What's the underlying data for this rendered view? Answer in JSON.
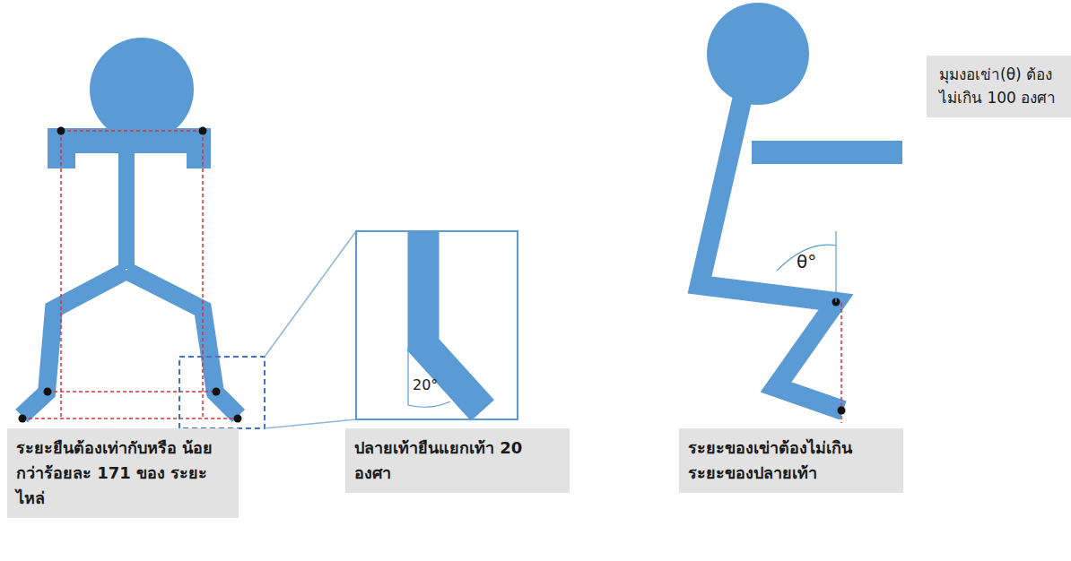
{
  "diagram": {
    "nodes": [
      {
        "text": [
          "มุมงอเข่า(θ) ต้องไม่เกิน 100 องศา"
        ]
      },
      {
        "text": [
          "ระยะยืนต้องเท่ากับหรือ น้อยกว่าร้อยละ 171 ของ ระยะไหล่"
        ]
      },
      {
        "text": [
          "ปลายเท้ายืนแยกเท้า 20 องศา"
        ]
      },
      {
        "text": [
          "ระยะของเข่าต้องไม่เกิน ระยะของปลายเท้า"
        ]
      }
    ],
    "labels": [
      "20°",
      "θ°"
    ]
  }
}
